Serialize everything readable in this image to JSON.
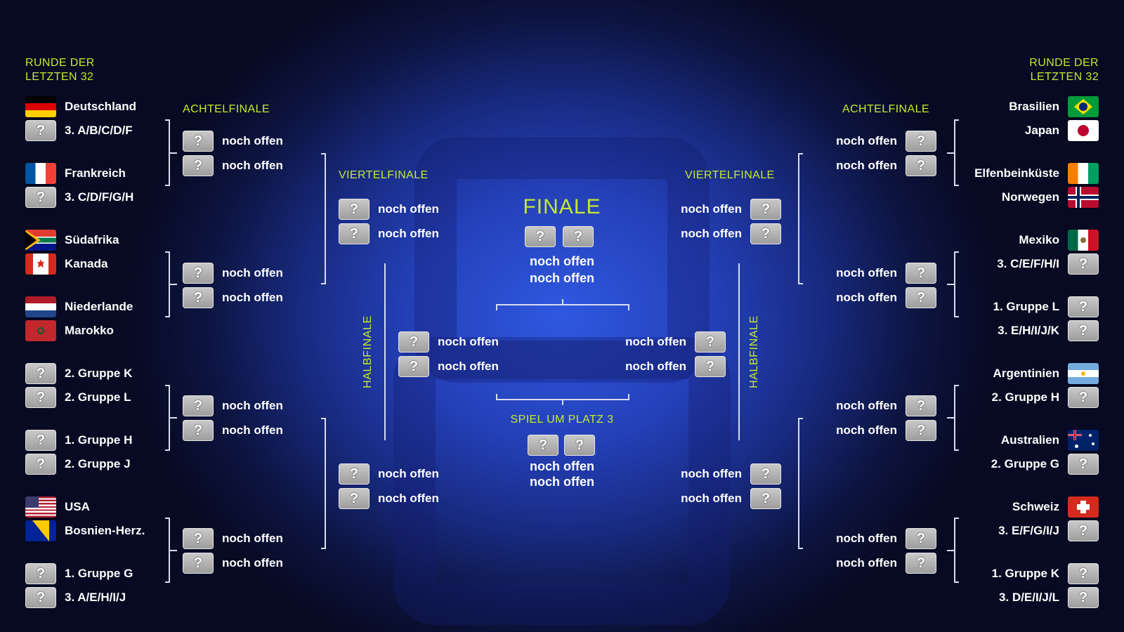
{
  "round_labels": {
    "r32_left": "RUNDE DER\nLETZTEN 32",
    "r32_right": "RUNDE DER\nLETZTEN 32",
    "r16_left": "ACHTELFINALE",
    "r16_right": "ACHTELFINALE",
    "qf_left": "VIERTELFINALE",
    "qf_right": "VIERTELFINALE",
    "sf_left": "HALBFINALE",
    "sf_right": "HALBFINALE",
    "final": "FINALE",
    "third": "SPIEL UM PLATZ 3"
  },
  "placeholder_symbol": "?",
  "pending_text": "noch offen",
  "left_teams": [
    {
      "name": "Deutschland",
      "flag": "germany-flag"
    },
    {
      "name": "3. A/B/C/D/F",
      "flag": null
    },
    {
      "name": "Frankreich",
      "flag": "france-flag"
    },
    {
      "name": "3. C/D/F/G/H",
      "flag": null
    },
    {
      "name": "Südafrika",
      "flag": "south-africa-flag"
    },
    {
      "name": "Kanada",
      "flag": "canada-flag"
    },
    {
      "name": "Niederlande",
      "flag": "netherlands-flag"
    },
    {
      "name": "Marokko",
      "flag": "morocco-flag"
    },
    {
      "name": "2. Gruppe K",
      "flag": null
    },
    {
      "name": "2. Gruppe L",
      "flag": null
    },
    {
      "name": "1. Gruppe H",
      "flag": null
    },
    {
      "name": "2. Gruppe J",
      "flag": null
    },
    {
      "name": "USA",
      "flag": "usa-flag"
    },
    {
      "name": "Bosnien-Herz.",
      "flag": "bosnia-flag"
    },
    {
      "name": "1. Gruppe G",
      "flag": null
    },
    {
      "name": "3. A/E/H/I/J",
      "flag": null
    }
  ],
  "right_teams": [
    {
      "name": "Brasilien",
      "flag": "brazil-flag"
    },
    {
      "name": "Japan",
      "flag": "japan-flag"
    },
    {
      "name": "Elfenbeinküste",
      "flag": "ivory-coast-flag"
    },
    {
      "name": "Norwegen",
      "flag": "norway-flag"
    },
    {
      "name": "Mexiko",
      "flag": "mexico-flag"
    },
    {
      "name": "3. C/E/F/H/I",
      "flag": null
    },
    {
      "name": "1. Gruppe L",
      "flag": null
    },
    {
      "name": "3. E/H/I/J/K",
      "flag": null
    },
    {
      "name": "Argentinien",
      "flag": "argentina-flag"
    },
    {
      "name": "2. Gruppe H",
      "flag": null
    },
    {
      "name": "Australien",
      "flag": "australia-flag"
    },
    {
      "name": "2. Gruppe G",
      "flag": null
    },
    {
      "name": "Schweiz",
      "flag": "switzerland-flag"
    },
    {
      "name": "3. E/F/G/I/J",
      "flag": null
    },
    {
      "name": "1. Gruppe K",
      "flag": null
    },
    {
      "name": "3. D/E/I/J/L",
      "flag": null
    }
  ],
  "final_slots": [
    "noch offen",
    "noch offen"
  ],
  "third_place_slots": [
    "noch offen",
    "noch offen"
  ]
}
